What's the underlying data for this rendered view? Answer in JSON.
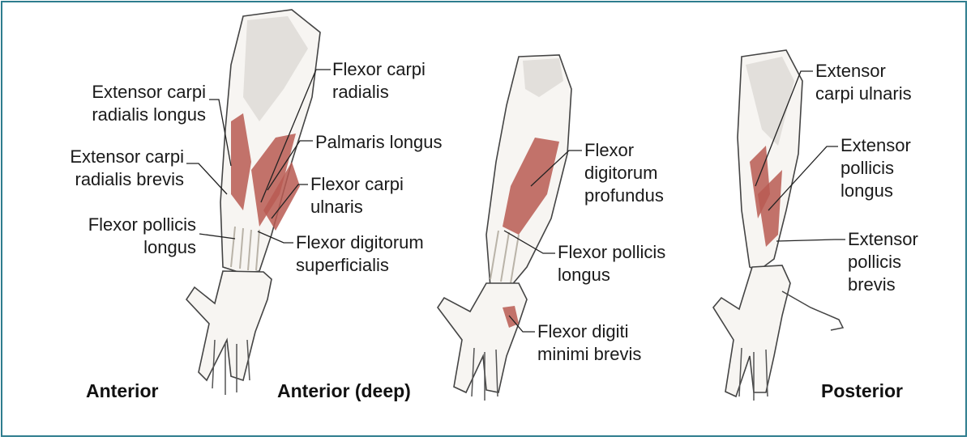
{
  "figure": {
    "border_color": "#2e7d8e",
    "muscle_color": "#b85a52",
    "panels": [
      {
        "caption": "Anterior",
        "labels": [
          "Extensor carpi\nradialis longus",
          "Extensor carpi\nradialis brevis",
          "Flexor pollicis\nlongus",
          "Flexor carpi\nradialis",
          "Palmaris longus",
          "Flexor carpi\nulnaris",
          "Flexor digitorum\nsuperficialis"
        ]
      },
      {
        "caption": "Anterior (deep)",
        "labels": [
          "Flexor\ndigitorum\nprofundus",
          "Flexor pollicis\nlongus",
          "Flexor digiti\nminimi brevis"
        ]
      },
      {
        "caption": "Posterior",
        "labels": [
          "Extensor\ncarpi ulnaris",
          "Extensor\npollicis\nlongus",
          "Extensor\npollicis\nbrevis"
        ]
      }
    ]
  }
}
